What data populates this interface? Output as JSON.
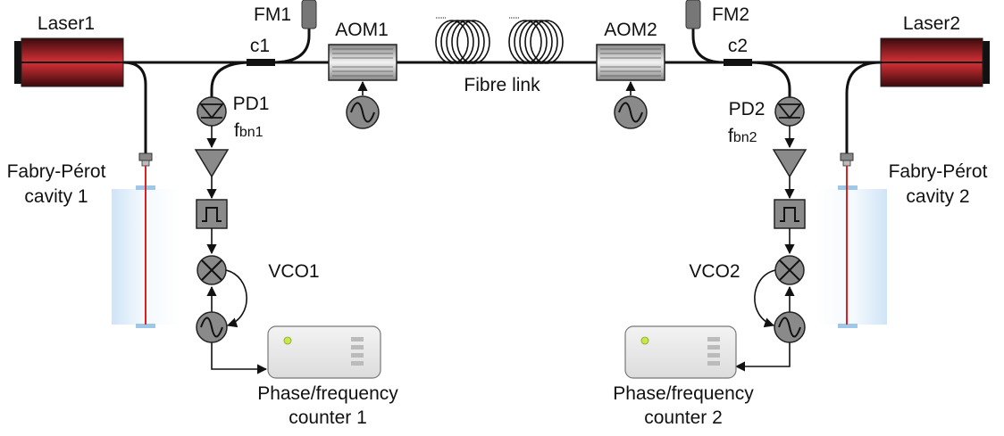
{
  "lasers": [
    {
      "label": "Laser1"
    },
    {
      "label": "Laser2"
    }
  ],
  "faraday_mirrors": [
    {
      "label": "FM1"
    },
    {
      "label": "FM2"
    }
  ],
  "couplers": [
    {
      "label": "c1"
    },
    {
      "label": "c2"
    }
  ],
  "aoms": [
    {
      "label": "AOM1"
    },
    {
      "label": "AOM2"
    }
  ],
  "fibre_link": {
    "label": "Fibre link"
  },
  "photodiodes": [
    {
      "label": "PD1",
      "beat_main": "f",
      "beat_sub": "bn1"
    },
    {
      "label": "PD2",
      "beat_main": "f",
      "beat_sub": "bn2"
    }
  ],
  "cavities": [
    {
      "line1": "Fabry-Pérot",
      "line2": "cavity 1"
    },
    {
      "line1": "Fabry-Pérot",
      "line2": "cavity 2"
    }
  ],
  "vcos": [
    {
      "label": "VCO1"
    },
    {
      "label": "VCO2"
    }
  ],
  "counters": [
    {
      "line1": "Phase/frequency",
      "line2": "counter 1"
    },
    {
      "line1": "Phase/frequency",
      "line2": "counter 2"
    }
  ],
  "colors": {
    "laser_red": "#c0262e",
    "cavity_blue": "#b9d8f2",
    "beam_red": "#e02020",
    "component_gray": "#9a9a9a",
    "counter_led": "#c8e84a"
  }
}
